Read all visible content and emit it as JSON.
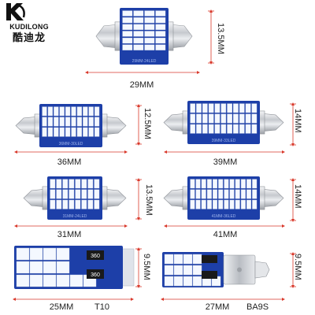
{
  "brand": {
    "name_en": "KUDILONG",
    "name_cn": "酷迪龙",
    "logo": "kd-logo-icon"
  },
  "products": [
    {
      "id": "festoon-29mm",
      "length_label": "29MM",
      "height_label": "13.5MM",
      "chip_print": "29MM-24LED",
      "led_rows": 6,
      "led_cols": 4
    },
    {
      "id": "festoon-36mm",
      "length_label": "36MM",
      "height_label": "12.5MM",
      "chip_print": "36MM-30LED",
      "led_rows": 3,
      "led_cols": 10
    },
    {
      "id": "festoon-39mm",
      "length_label": "39MM",
      "height_label": "14MM",
      "chip_print": "39MM-33LED",
      "led_rows": 3,
      "led_cols": 11
    },
    {
      "id": "festoon-31mm",
      "length_label": "31MM",
      "height_label": "13.5MM",
      "chip_print": "31MM-24LED",
      "led_rows": 3,
      "led_cols": 8
    },
    {
      "id": "festoon-41mm",
      "length_label": "41MM",
      "height_label": "14MM",
      "chip_print": "41MM-36LED",
      "led_rows": 3,
      "led_cols": 12
    },
    {
      "id": "t10-wedge",
      "length_label": "25MM",
      "height_label": "9.5MM",
      "type_label": "T10",
      "resistor_print": "360",
      "led_rows": 3,
      "led_cols": 6
    },
    {
      "id": "ba9s-bayonet",
      "length_label": "27MM",
      "height_label": "9.5MM",
      "type_label": "BA9S",
      "resistor_print": "360",
      "led_rows": 3,
      "led_cols": 6
    }
  ],
  "colors": {
    "pcb_blue": "#1d3fa8",
    "led_white": "#f4f8ff",
    "metal_silver": "#c9ccd1",
    "dimension_red": "#d9392b"
  }
}
